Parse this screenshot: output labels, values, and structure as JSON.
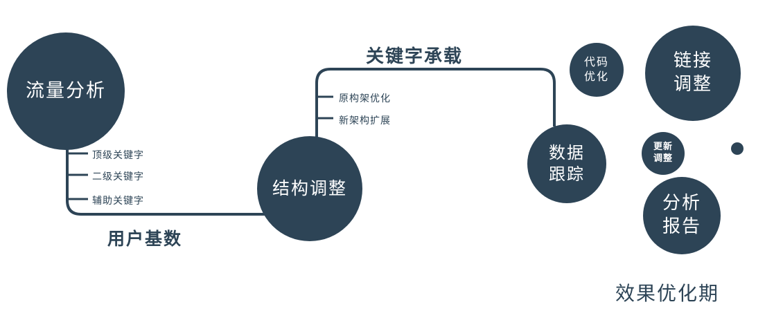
{
  "colors": {
    "primary": "#2d4456",
    "text_on_node": "#ffffff",
    "background": "#ffffff"
  },
  "nodes": {
    "traffic": {
      "label": "流量分析"
    },
    "structure": {
      "label": "结构调整"
    },
    "tracking": {
      "line1": "数据",
      "line2": "跟踪"
    },
    "code": {
      "line1": "代码",
      "line2": "优化"
    },
    "link": {
      "line1": "链接",
      "line2": "调整"
    },
    "update": {
      "line1": "更新",
      "line2": "调整"
    },
    "report": {
      "line1": "分析",
      "line2": "报告"
    }
  },
  "edges": {
    "user_base": "用户基数",
    "keyword_carry": "关键字承载"
  },
  "branches": {
    "left": [
      "顶级关键字",
      "二级关键字",
      "辅助关键字"
    ],
    "middle": [
      "原构架优化",
      "新架构扩展"
    ]
  },
  "footer": "效果优化期"
}
